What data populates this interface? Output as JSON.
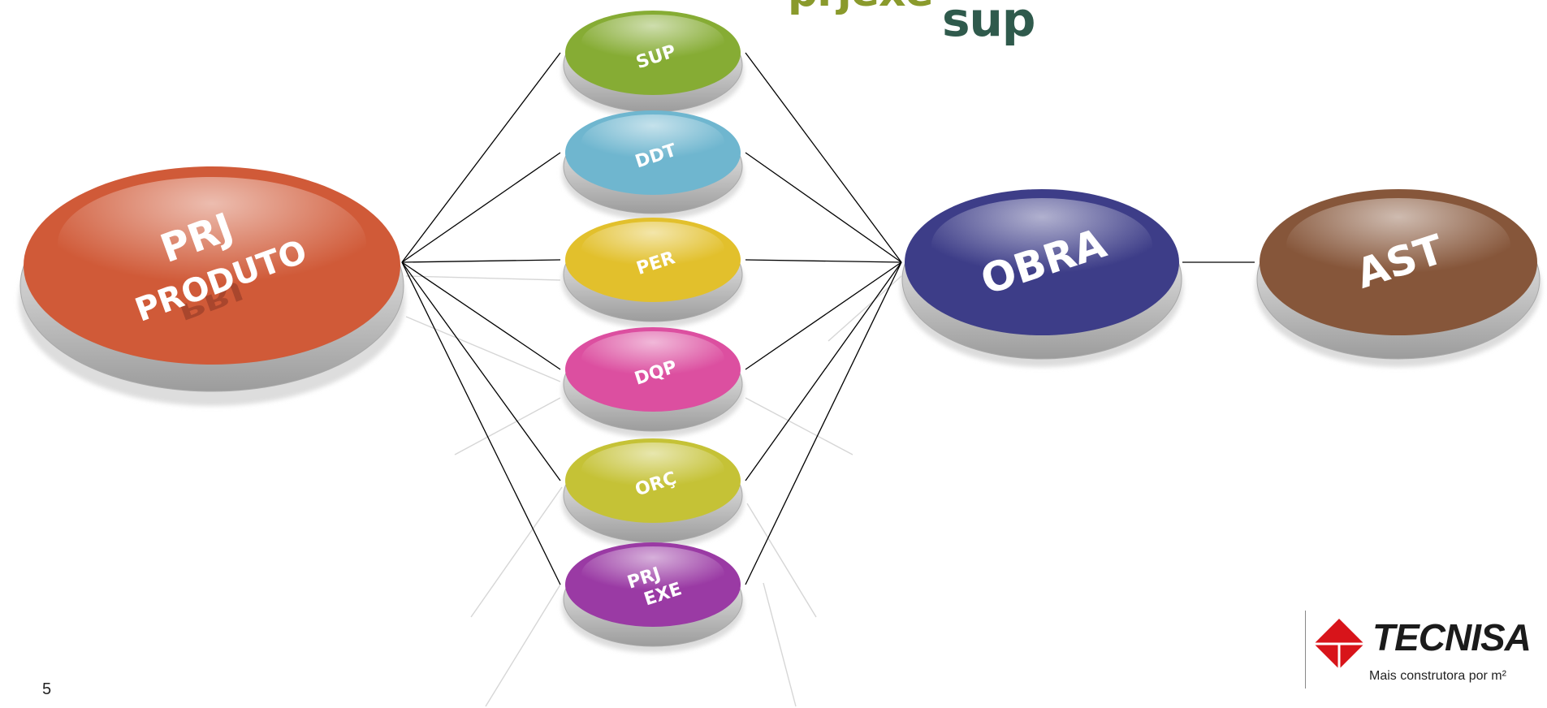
{
  "header": {
    "left_text": "prjexe",
    "right_text": "sup"
  },
  "nodes": {
    "prj_produto": {
      "line1": "PRJ",
      "line2": "PRODUTO",
      "color": "#d05a38"
    },
    "sup": {
      "label": "SUP",
      "color": "#86ac34"
    },
    "ddt": {
      "label": "DDT",
      "color": "#6fb6cf"
    },
    "per": {
      "label": "PER",
      "color": "#e2c02c"
    },
    "dqp": {
      "label": "DQP",
      "color": "#dc4fa0"
    },
    "orc": {
      "label": "ORÇ",
      "color": "#c5c236"
    },
    "prj_exe": {
      "line1": "PRJ",
      "line2": "EXE",
      "color": "#9a3aa4"
    },
    "obra": {
      "label": "OBRA",
      "color": "#3d3d88"
    },
    "ast": {
      "label": "AST",
      "color": "#86563a"
    }
  },
  "footer": {
    "page_number": "5"
  },
  "logo": {
    "name": "TECNISA",
    "tagline": "Mais construtora por m²",
    "color": "#d8141a"
  }
}
